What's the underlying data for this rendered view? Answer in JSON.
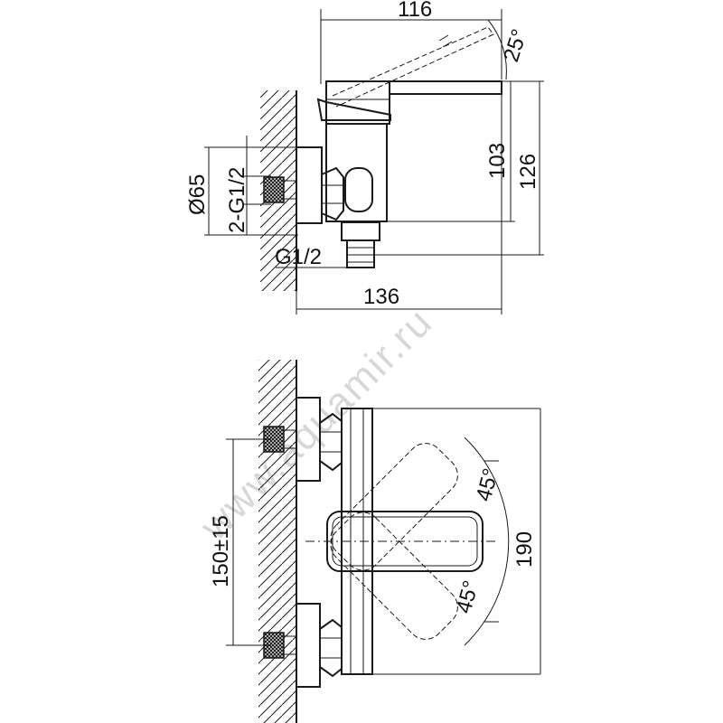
{
  "side_view": {
    "dims": {
      "width_top": "116",
      "angle_handle": "25°",
      "height_body": "103",
      "height_total": "126",
      "diameter": "Ø65",
      "thread_inlet": "2-G1/2",
      "thread_outlet": "G1/2",
      "length_total": "136"
    }
  },
  "front_view": {
    "dims": {
      "angle_up": "45°",
      "angle_down": "45°",
      "height": "190",
      "center_distance": "150±15"
    }
  },
  "watermark": "www.aquamir.ru",
  "colors": {
    "line": "#1a1a1a",
    "watermark": "#d7d7d7"
  }
}
